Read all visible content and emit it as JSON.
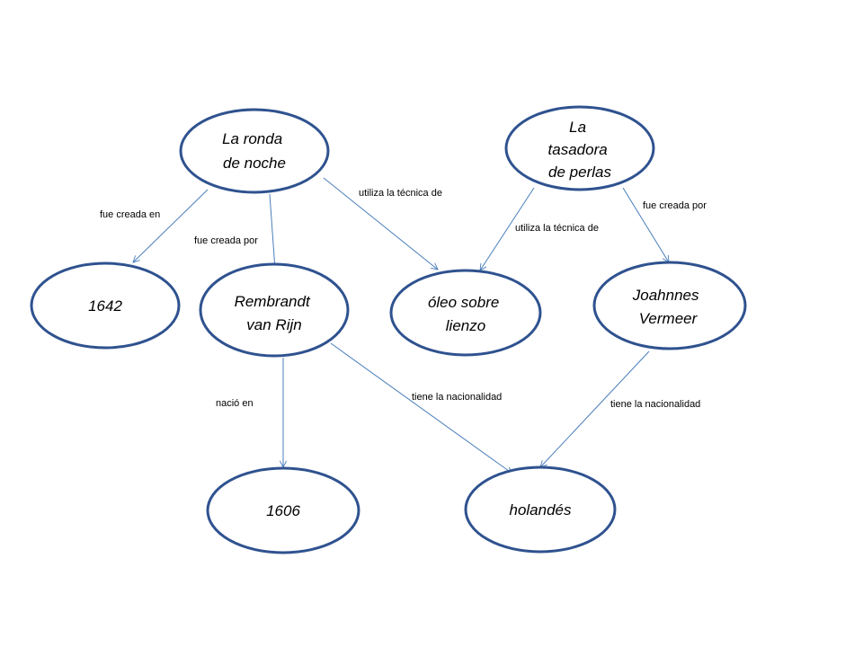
{
  "colors": {
    "node_border": "#2f528f",
    "edge": "#4a7ebb",
    "text": "#000000",
    "background": "#ffffff"
  },
  "nodes": {
    "ronda": {
      "lines": [
        "La ronda",
        "de noche"
      ]
    },
    "tasadora": {
      "lines": [
        "La",
        "tasadora",
        "de perlas"
      ]
    },
    "y1642": {
      "lines": [
        "1642"
      ]
    },
    "rembrandt": {
      "lines": [
        "Rembrandt",
        "van Rijn"
      ]
    },
    "oleo": {
      "lines": [
        "óleo sobre",
        "lienzo"
      ]
    },
    "vermeer": {
      "lines": [
        "Joahnnes",
        "Vermeer"
      ]
    },
    "y1606": {
      "lines": [
        "1606"
      ]
    },
    "holandes": {
      "lines": [
        "holandés"
      ]
    }
  },
  "edges": {
    "ronda_1642": "fue creada en",
    "ronda_rembrandt": "fue creada por",
    "ronda_oleo": "utiliza la técnica de",
    "tasadora_oleo": "utiliza la técnica de",
    "tasadora_vermeer": "fue creada por",
    "rembrandt_1606": "nació en",
    "rembrandt_holandes": "tiene la nacionalidad",
    "vermeer_holandes": "tiene la nacionalidad"
  }
}
